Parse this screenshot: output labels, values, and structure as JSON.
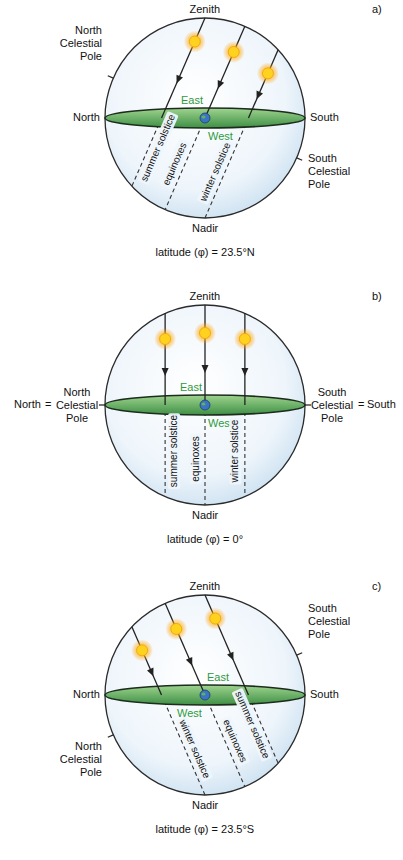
{
  "diagram": {
    "labels": [
      "Zenith",
      "a)",
      "North Celestial Pole",
      "North",
      "East",
      "West",
      "summer solstice",
      "equinoxes",
      "winter solstice",
      "South",
      "South Celestial Pole",
      "Nadir",
      "latitude (φ) = 23.5°N",
      "Zenith",
      "b)",
      "North",
      "=",
      "North Celestial Pole",
      "East",
      "West",
      "summer solstice",
      "equinoxes",
      "winter solstice",
      "South Celestial Pole",
      "=",
      "South",
      "Nadir",
      "latitude (φ) = 0°",
      "Zenith",
      "c)",
      "South Celestial Pole",
      "East",
      "West",
      "North",
      "South",
      "summer solstice",
      "equinoxes",
      "winter solstice",
      "North Celestial Pole",
      "Nadir",
      "latitude (φ) = 23.5°S"
    ]
  }
}
